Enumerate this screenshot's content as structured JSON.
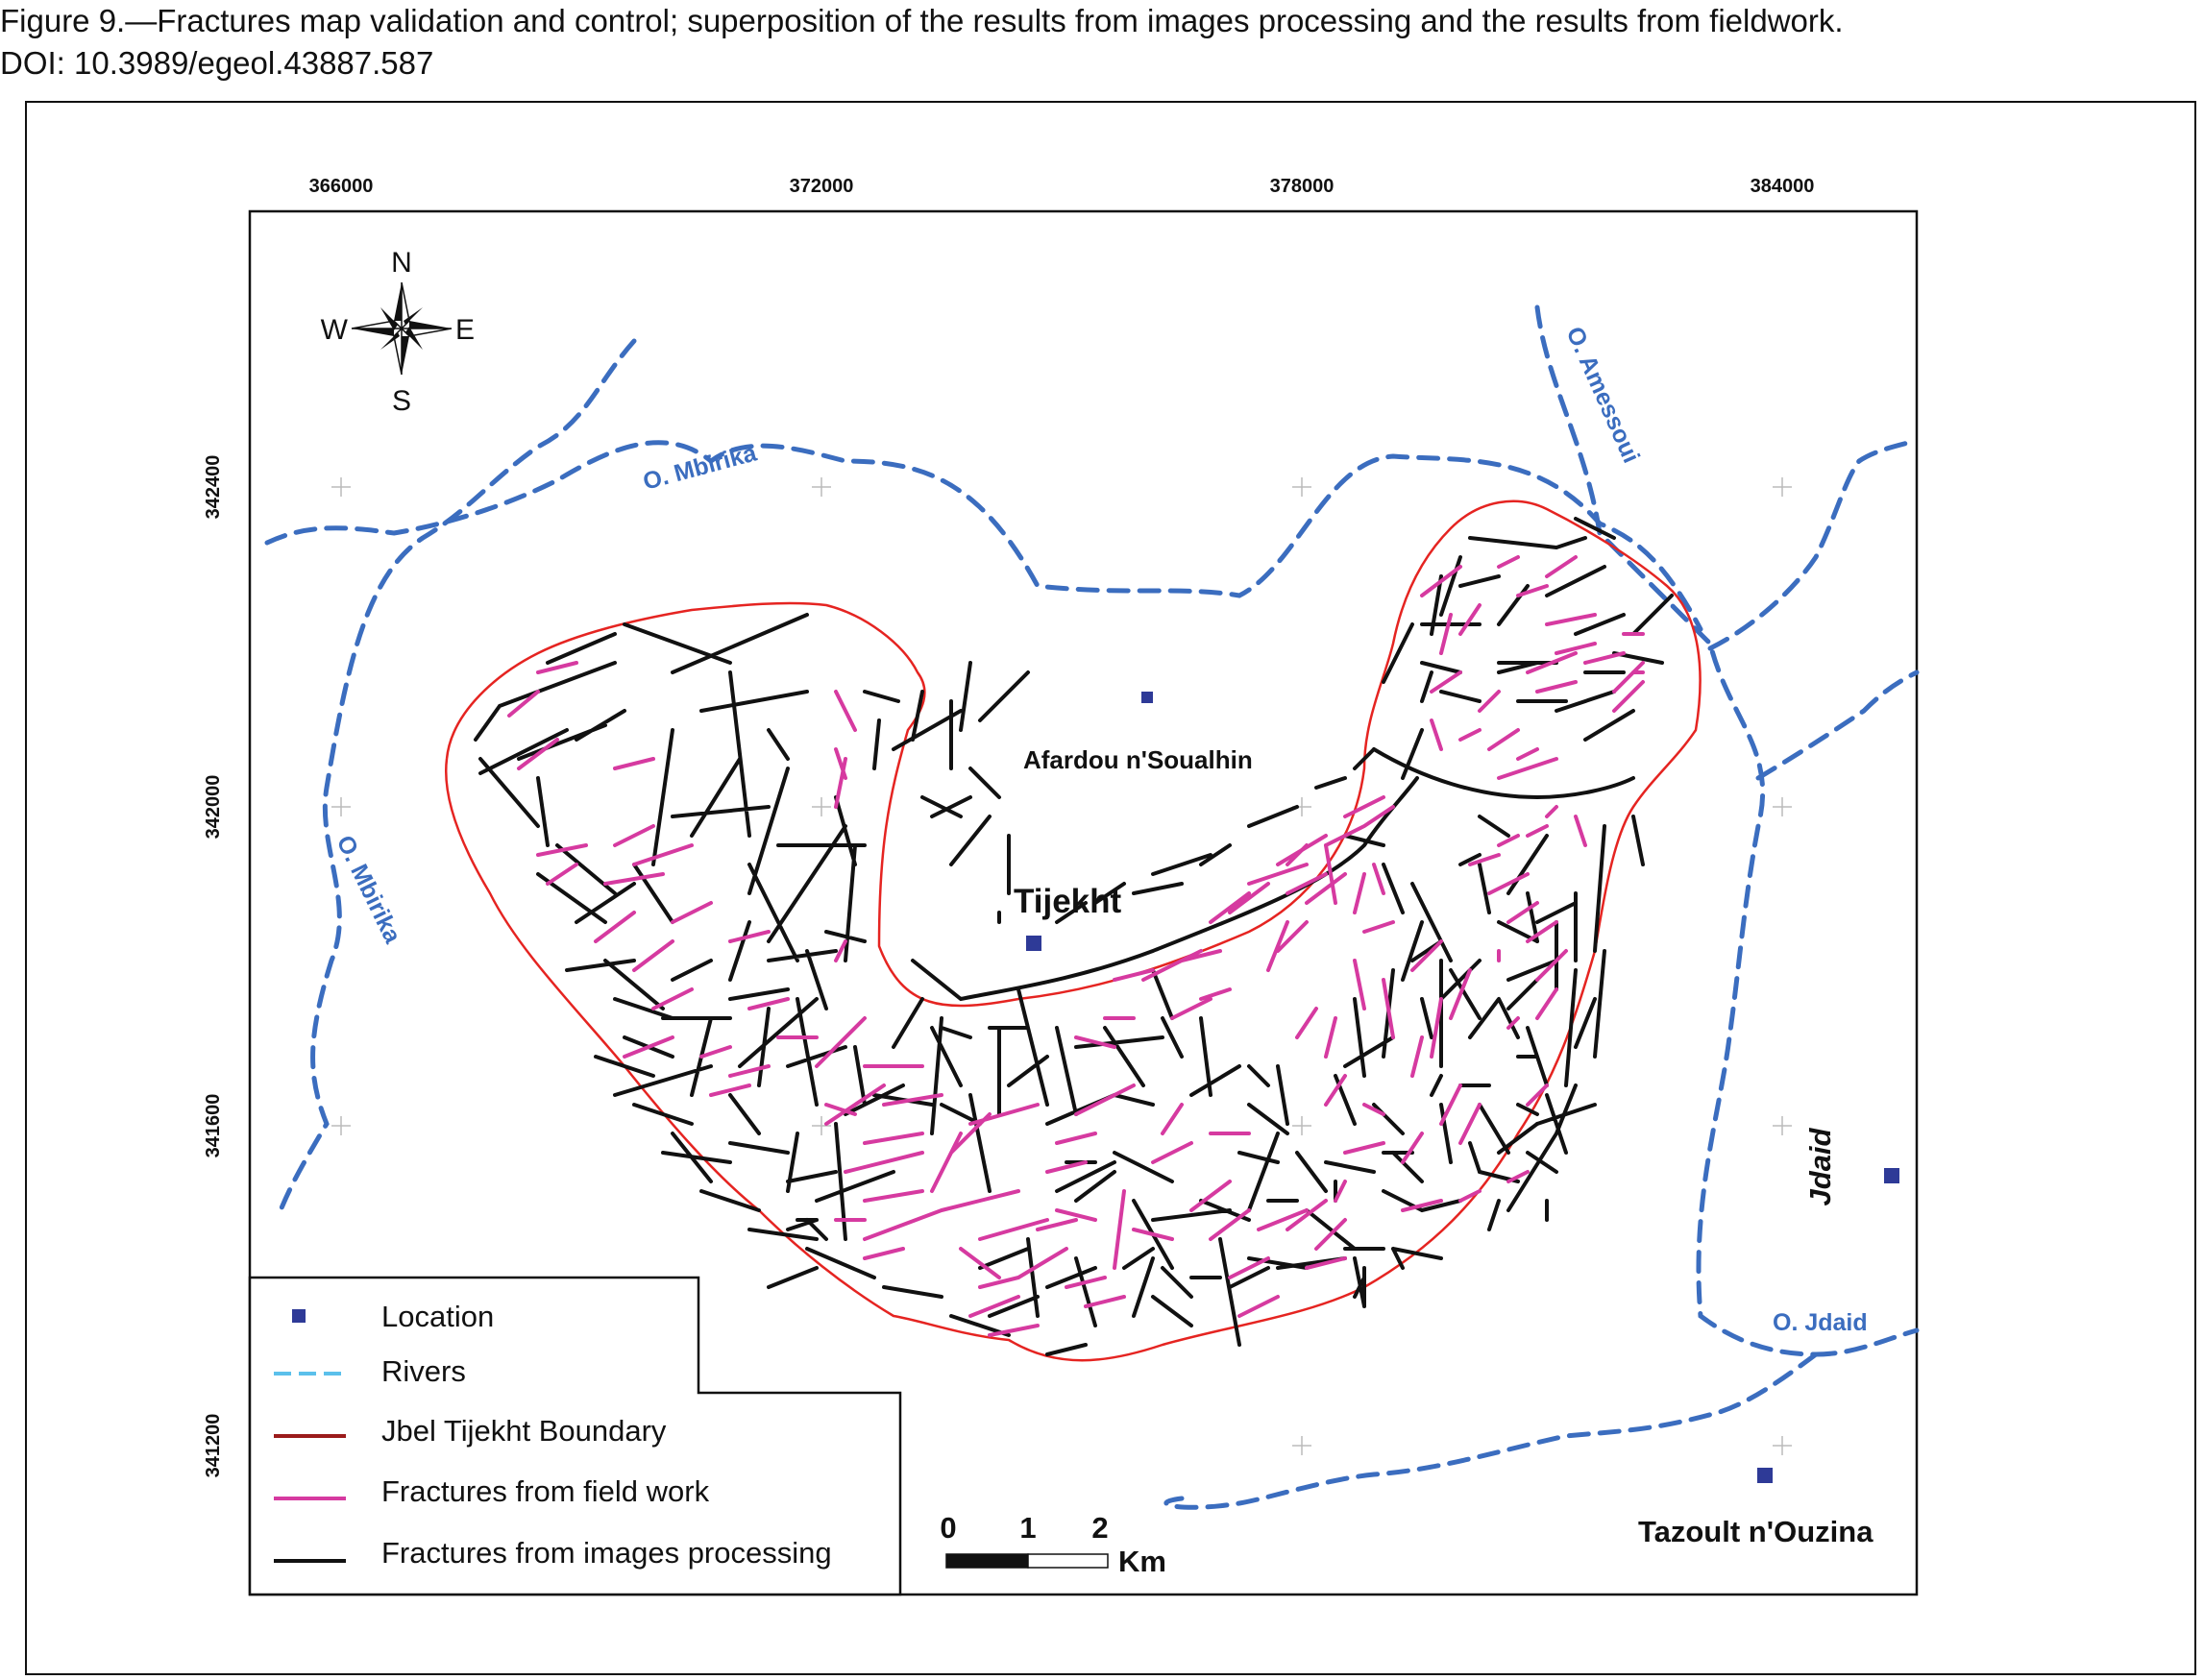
{
  "caption": {
    "line1": "Figure 9.—Fractures map validation and control; superposition of the results from images processing and the results from fieldwork.",
    "line2": "DOI: 10.3989/egeol.43887.587"
  },
  "axes": {
    "x_ticks": [
      "366000",
      "372000",
      "378000",
      "384000"
    ],
    "y_ticks": [
      "342400",
      "342000",
      "341600",
      "341200"
    ]
  },
  "compass": {
    "n": "N",
    "s": "S",
    "e": "E",
    "w": "W"
  },
  "places": {
    "afardou": "Afardou n'Soualhin",
    "tijekht": "Tijekht",
    "jdaid": "Jdaid",
    "tazoult": "Tazoult n'Ouzina"
  },
  "rivers": {
    "mbirika_north": "O. Mbirika",
    "mbirika_west": "O. Mbirika",
    "amessoui": "O. Amessoui",
    "jdaid": "O. Jdaid"
  },
  "legend": {
    "location": "Location",
    "rivers": "Rivers",
    "boundary": "Jbel Tijekht Boundary",
    "field": "Fractures from field work",
    "images": "Fractures from images processing"
  },
  "scale": {
    "t0": "0",
    "t1": "1",
    "t2": "2",
    "unit": "Km"
  },
  "colors": {
    "river": "#3b6dbf",
    "boundary": "#e52421",
    "field": "#d63aa0",
    "images": "#111111",
    "location": "#2e3a97"
  }
}
